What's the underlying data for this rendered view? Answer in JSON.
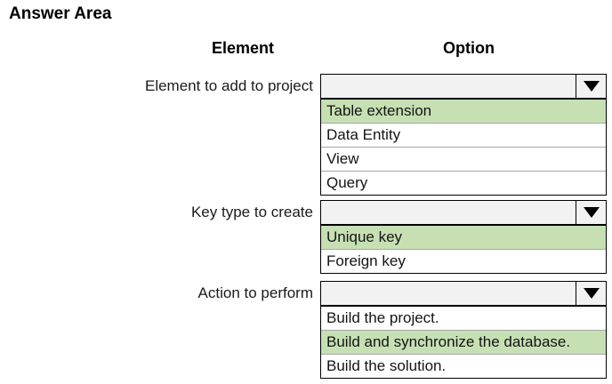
{
  "title": "Answer Area",
  "columns": {
    "element": "Element",
    "option": "Option"
  },
  "colors": {
    "highlight": "#c6e0b4",
    "combo_bg": "#f2f2f2",
    "separator": "#a6a6a6",
    "border": "#000000"
  },
  "dropdown": {
    "selected_value": "",
    "arrow_icon": "caret-down"
  },
  "rows": [
    {
      "label": "Element to add to project",
      "options": [
        {
          "text": "Table extension",
          "highlighted": true
        },
        {
          "text": "Data Entity",
          "highlighted": false
        },
        {
          "text": "View",
          "highlighted": false
        },
        {
          "text": "Query",
          "highlighted": false
        }
      ]
    },
    {
      "label": "Key type to create",
      "options": [
        {
          "text": "Unique key",
          "highlighted": true
        },
        {
          "text": "Foreign key",
          "highlighted": false
        }
      ]
    },
    {
      "label": "Action to perform",
      "options": [
        {
          "text": "Build the project.",
          "highlighted": false
        },
        {
          "text": "Build and synchronize the database.",
          "highlighted": true
        },
        {
          "text": "Build the solution.",
          "highlighted": false
        }
      ]
    }
  ]
}
